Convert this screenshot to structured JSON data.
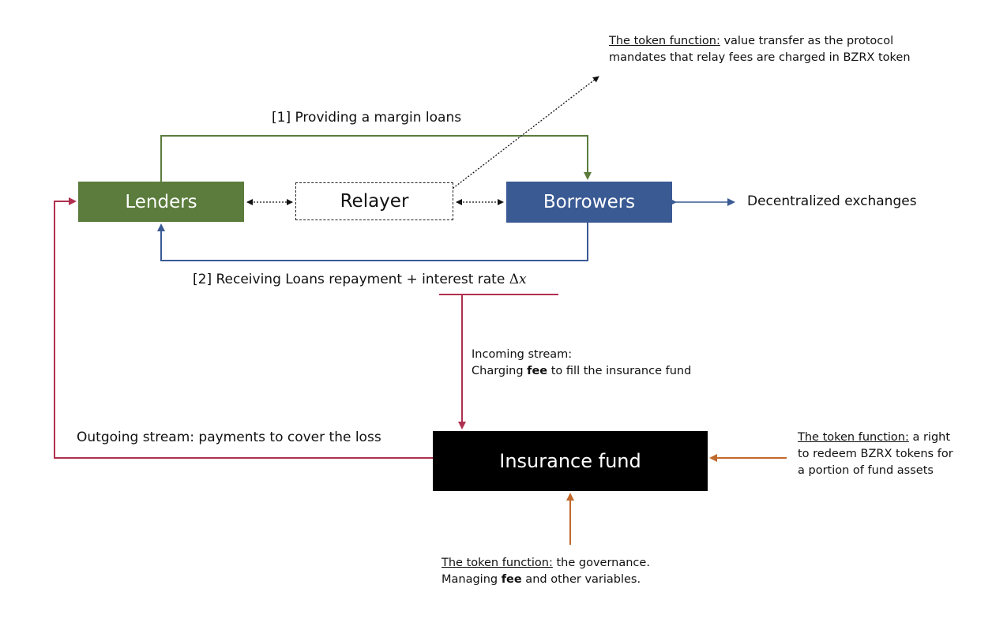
{
  "nodes": {
    "lenders": "Lenders",
    "relayer": "Relayer",
    "borrowers": "Borrowers",
    "insurance_fund": "Insurance fund"
  },
  "edges": {
    "margin_loans": "[1] Providing a margin loans",
    "repayment": "[2] Receiving Loans repayment + interest rate",
    "repayment_delta": "Δ",
    "repayment_var": "x",
    "dex": "Decentralized exchanges"
  },
  "annotations": {
    "top_right": {
      "heading": "The token function:",
      "line1_rest": " value transfer as the protocol",
      "line2": "mandates that relay fees are charged in BZRX token"
    },
    "incoming": {
      "line1": "Incoming stream:",
      "line2_pre": "Charging ",
      "line2_bold": "fee",
      "line2_post": " to fill the insurance fund"
    },
    "outgoing": "Outgoing stream: payments to cover the loss",
    "right_side": {
      "heading": "The token function:",
      "line1_rest": " a right",
      "line2": "to redeem BZRX tokens for",
      "line3": "a portion of fund assets"
    },
    "bottom": {
      "heading": "The token function:",
      "line1_rest": " the governance.",
      "line2_pre": "Managing ",
      "line2_bold": "fee",
      "line2_post": " and other variables."
    }
  },
  "colors": {
    "lenders": "#5b7c3c",
    "borrowers": "#3a5a94",
    "insurance": "#000000",
    "green_arrow": "#5b7c3c",
    "blue_arrow": "#3a5a94",
    "red_arrow": "#b0304f",
    "orange_arrow": "#c0692c"
  }
}
